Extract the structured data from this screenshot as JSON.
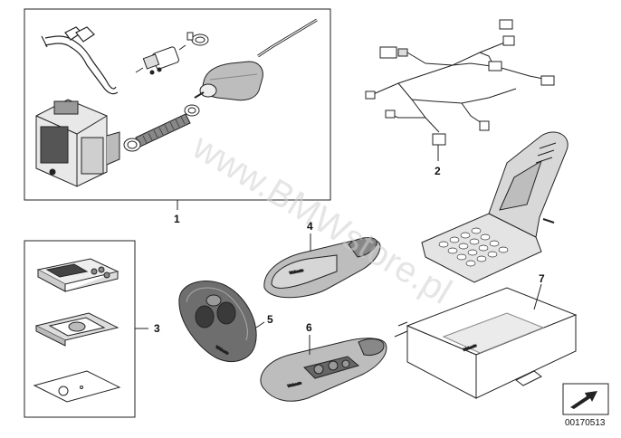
{
  "callouts": {
    "c1": "1",
    "c2": "2",
    "c3": "3",
    "c4": "4",
    "c5": "5",
    "c6": "6",
    "c7": "7"
  },
  "watermark": "www.BMWstore.pl",
  "doc_number": "00170513",
  "brand_marking": "Webasto",
  "nav_icon": "arrow-icon"
}
